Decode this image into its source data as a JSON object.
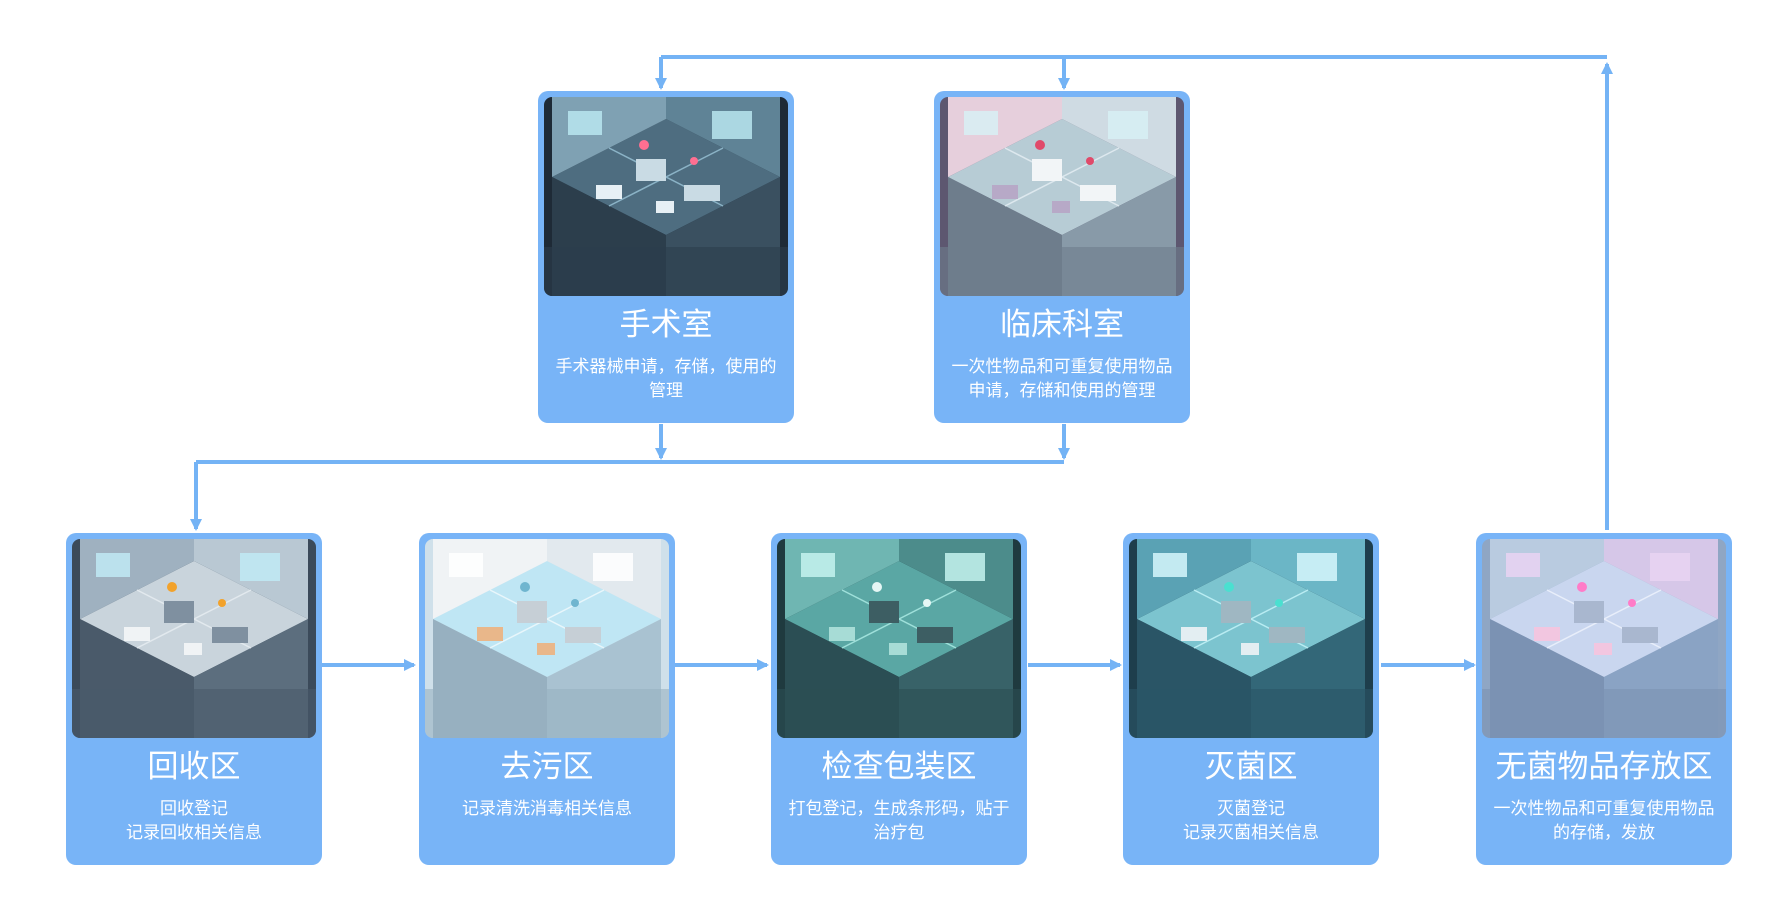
{
  "colors": {
    "card": "#78b4f7",
    "line": "#74b3f5",
    "text": "#ffffff"
  },
  "stations": [
    {
      "title": "手术室",
      "desc": "手术器械申请，存储，使用的管理",
      "icon": "operating-room-illustration"
    },
    {
      "title": "临床科室",
      "desc": "一次性物品和可重复使用物品申请，存储和使用的管理",
      "icon": "clinical-department-illustration"
    },
    {
      "title": "回收区",
      "desc": "回收登记\n记录回收相关信息",
      "icon": "recovery-area-illustration"
    },
    {
      "title": "去污区",
      "desc": "记录清洗消毒相关信息",
      "icon": "decontamination-area-illustration"
    },
    {
      "title": "检查包装区",
      "desc": "打包登记，生成条形码，贴于治疗包",
      "icon": "inspection-packaging-illustration"
    },
    {
      "title": "灭菌区",
      "desc": "灭菌登记\n记录灭菌相关信息",
      "icon": "sterilization-area-illustration"
    },
    {
      "title": "无菌物品存放区",
      "desc": "一次性物品和可重复使用物品的存储，发放",
      "icon": "sterile-storage-illustration"
    }
  ]
}
